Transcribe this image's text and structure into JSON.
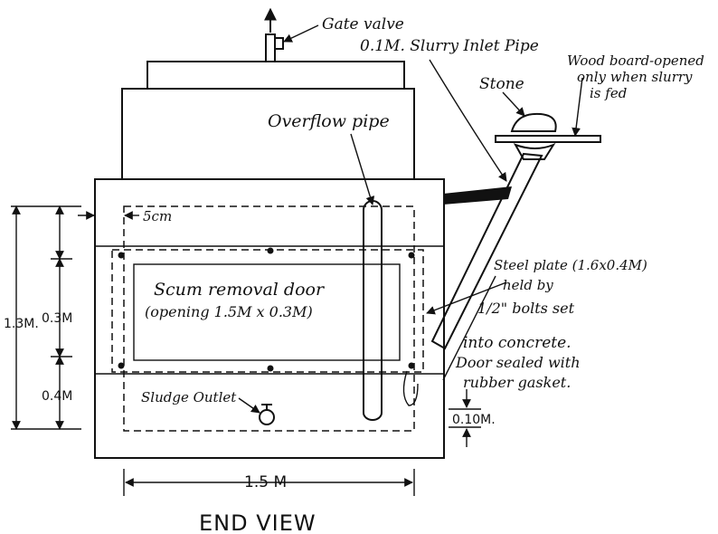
{
  "labels": {
    "gate_valve": "Gate valve",
    "inlet_pipe": "0.1M. Slurry Inlet Pipe",
    "stone": "Stone",
    "wood_board_1": "Wood board-opened",
    "wood_board_2": "only when slurry",
    "wood_board_3": "is fed",
    "overflow_pipe": "Overflow pipe",
    "five_cm": "5cm",
    "scum_door_1": "Scum removal door",
    "scum_door_2": "(opening 1.5M x 0.3M)",
    "steel_plate_1": "Steel plate (1.6x0.4M)",
    "steel_plate_2": "held by",
    "steel_plate_3": "1/2\" bolts set",
    "steel_plate_4": "into concrete.",
    "steel_plate_5": "Door sealed with",
    "steel_plate_6": "rubber gasket.",
    "sludge_outlet": "Sludge Outlet",
    "dim_total": "1.3M.",
    "dim_mid": "0.3M",
    "dim_low": "0.4M",
    "dim_base": "0.10M.",
    "dim_width": "1.5 M",
    "view_title": "END VIEW"
  }
}
